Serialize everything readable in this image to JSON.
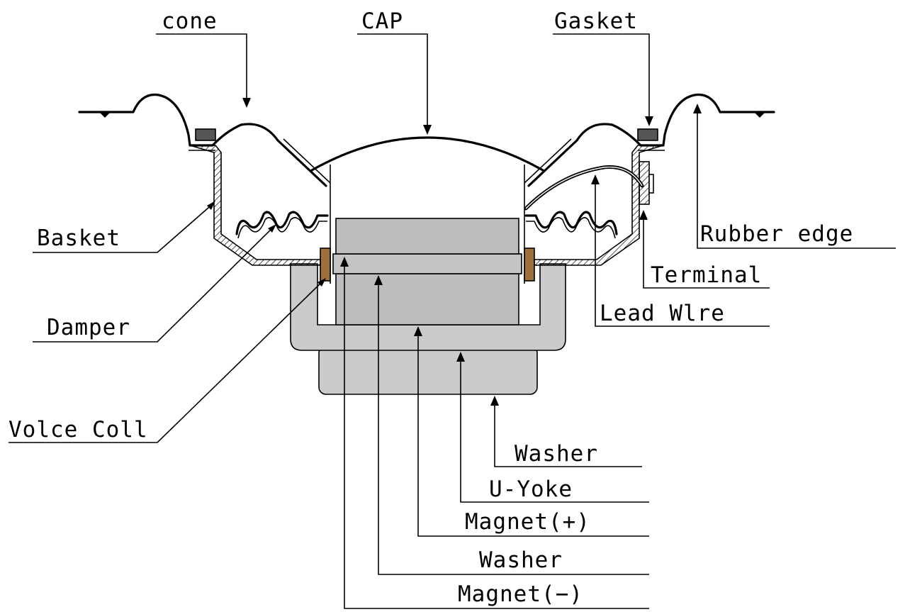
{
  "labels": {
    "cone": "cone",
    "cap": "CAP",
    "gasket": "Gasket",
    "basket": "Basket",
    "rubber_edge": "Rubber edge",
    "terminal": "Terminal",
    "damper": "Damper",
    "lead_wire": "Lead Wlre",
    "voice_coil": "Volce Coll",
    "washer_bottom": "Washer",
    "u_yoke": "U-Yoke",
    "magnet_plus": "Magnet(+)",
    "washer_mid": "Washer",
    "magnet_minus": "Magnet(−)"
  },
  "colors": {
    "ink": "#000000",
    "yoke_fill": "#cbcbcb",
    "magnet_fill": "#bdbdbd",
    "coil_fill": "#a0703c",
    "gasket_fill": "#555555",
    "paper": "#ffffff"
  }
}
